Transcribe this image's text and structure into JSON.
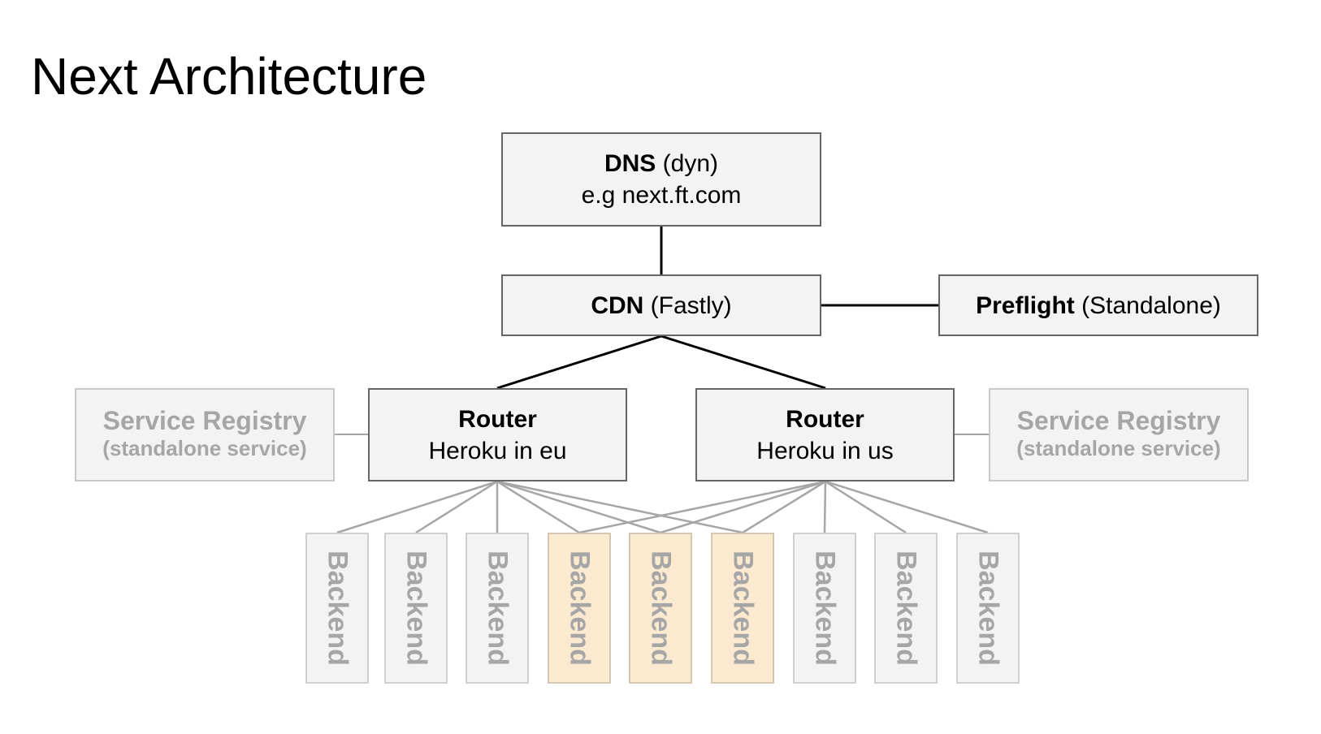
{
  "title": "Next Architecture",
  "dns": {
    "name": "DNS",
    "detail": "(dyn)",
    "example": "e.g next.ft.com"
  },
  "cdn": {
    "name": "CDN",
    "detail": "(Fastly)"
  },
  "preflight": {
    "name": "Preflight",
    "detail": "(Standalone)"
  },
  "routers": [
    {
      "name": "Router",
      "location": "Heroku in eu"
    },
    {
      "name": "Router",
      "location": "Heroku in us"
    }
  ],
  "registries": [
    {
      "name": "Service Registry",
      "detail": "(standalone service)"
    },
    {
      "name": "Service Registry",
      "detail": "(standalone service)"
    }
  ],
  "backends": [
    {
      "label": "Backend",
      "highlight": false
    },
    {
      "label": "Backend",
      "highlight": false
    },
    {
      "label": "Backend",
      "highlight": false
    },
    {
      "label": "Backend",
      "highlight": true
    },
    {
      "label": "Backend",
      "highlight": true
    },
    {
      "label": "Backend",
      "highlight": true
    },
    {
      "label": "Backend",
      "highlight": false
    },
    {
      "label": "Backend",
      "highlight": false
    },
    {
      "label": "Backend",
      "highlight": false
    }
  ],
  "colors": {
    "box_fill": "#f3f3f3",
    "box_border": "#666666",
    "muted_border": "#c9c9c9",
    "muted_text": "#a6a6a6",
    "highlight_fill": "#fbe9d0"
  }
}
